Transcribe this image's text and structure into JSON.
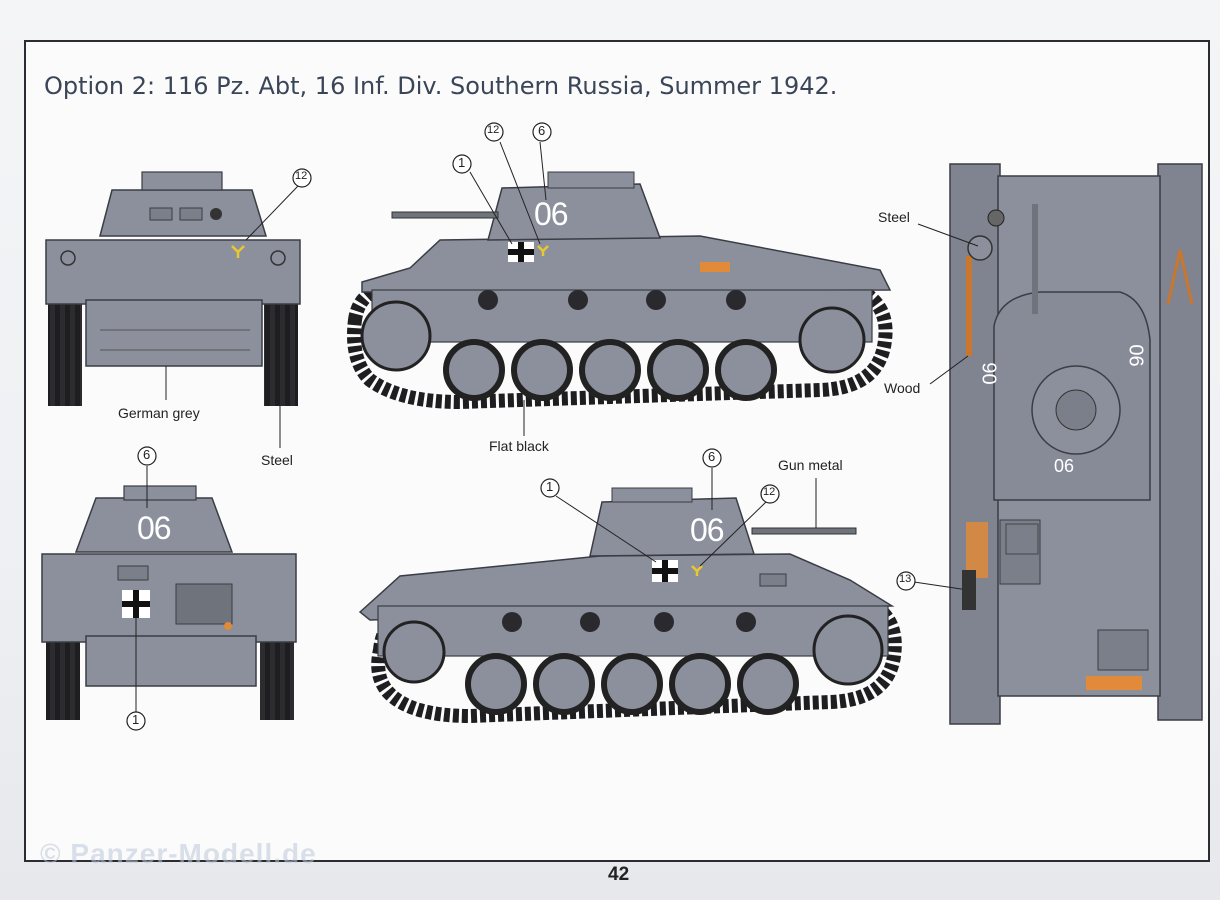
{
  "page": {
    "title": "Option 2: 116 Pz. Abt, 16 Inf. Div. Southern Russia, Summer 1942.",
    "page_number": "42",
    "watermark": "© Panzer-Modell.de"
  },
  "colors": {
    "german_grey": "#8b909c",
    "flat_black": "#1c1c1e",
    "steel": "#6f737b",
    "wood": "#c9762e",
    "orange": "#e08a3a",
    "frame": "#2b2d33"
  },
  "labels": {
    "german_grey": "German grey",
    "steel_front": "Steel",
    "flat_black": "Flat black",
    "gun_metal": "Gun metal",
    "steel_top": "Steel",
    "wood": "Wood"
  },
  "markings": {
    "tank_number": "06",
    "front_callout": "12",
    "rear_callout_top": "6",
    "rear_callout_bottom": "1",
    "side1_callout_a": "1",
    "side1_callout_b": "12",
    "side1_callout_c": "6",
    "side2_callout_a": "1",
    "side2_callout_b": "6",
    "side2_callout_c": "12",
    "top_callout": "13"
  }
}
